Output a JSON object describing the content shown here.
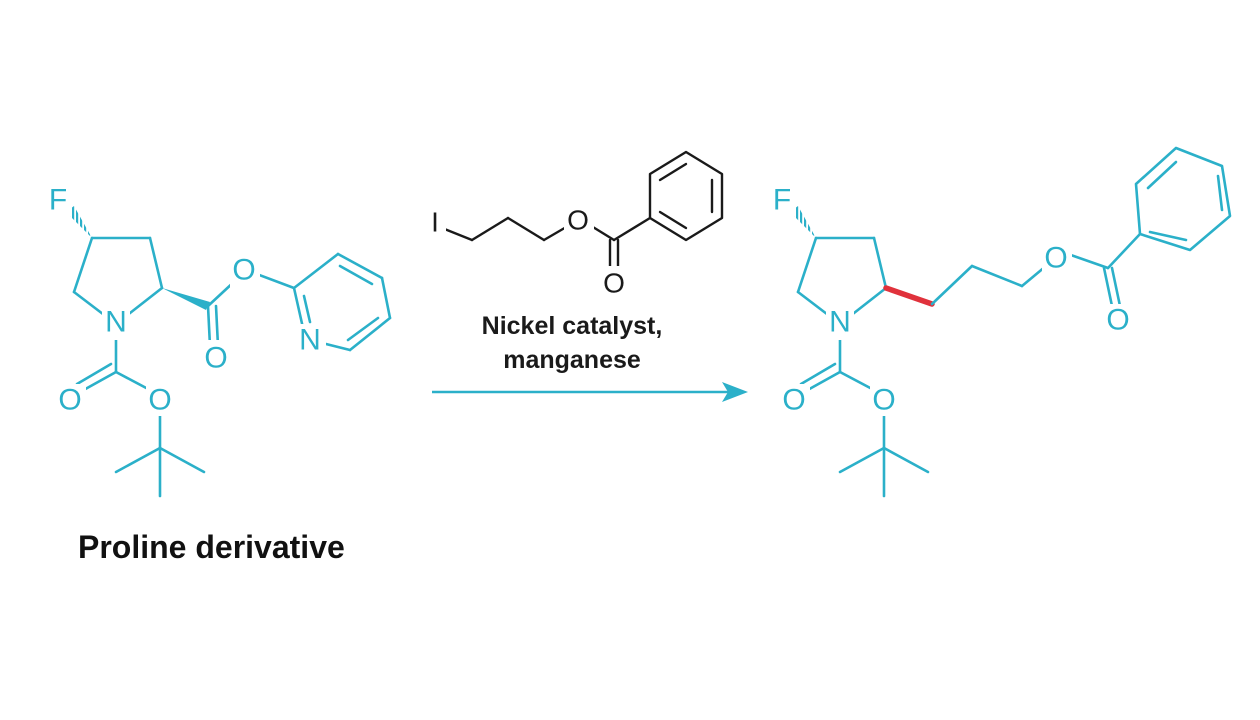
{
  "colors": {
    "molecule": "#2BB0C9",
    "reagent": "#1a1a1a",
    "new_bond": "#E0323C",
    "arrow": "#2BB0C9"
  },
  "reactant": {
    "caption": "Proline derivative",
    "atoms": {
      "fluorine": "F",
      "nitrogen": "N",
      "carbonyl_oxygen": "O",
      "ester_oxygen": "O",
      "boc_carbonyl_oxygen": "O",
      "boc_ether_oxygen": "O",
      "pyridine_nitrogen": "N"
    }
  },
  "reagent": {
    "atoms": {
      "iodine": "I",
      "ester_oxygen": "O",
      "carbonyl_oxygen": "O"
    }
  },
  "conditions": {
    "line1": "Nickel catalyst,",
    "line2": "manganese"
  },
  "product": {
    "atoms": {
      "fluorine": "F",
      "nitrogen": "N",
      "ester_oxygen": "O",
      "carbonyl_oxygen": "O",
      "boc_carbonyl_oxygen": "O",
      "boc_ether_oxygen": "O"
    }
  }
}
